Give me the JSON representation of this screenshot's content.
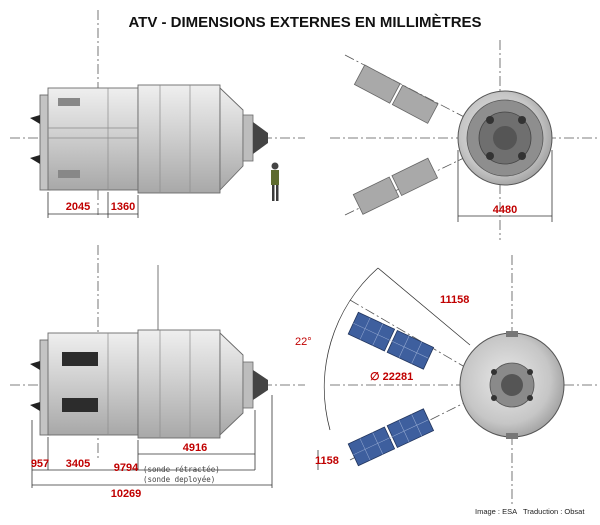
{
  "header": {
    "title": "ATV  -  DIMENSIONS EXTERNES EN MILLIMÈTRES"
  },
  "dimensions": {
    "top_left_a": "2045",
    "top_left_b": "1360",
    "top_right_diameter": "4480",
    "bottom_span": "11158",
    "bottom_angle": "22°",
    "bottom_diameter": "∅ 22281",
    "bottom_left_a": "957",
    "bottom_left_b": "3405",
    "bottom_left_c": "4916",
    "bottom_left_retracted": "9794",
    "bottom_left_deployed": "10269",
    "bottom_right_panel": "1158"
  },
  "notes": {
    "retracted": "(sonde rétractée)",
    "deployed": "(sonde deployée)"
  },
  "credits": {
    "image": "Image : ESA",
    "translation": "Traduction : Obsat"
  },
  "colors": {
    "dimension_text": "#c00000",
    "hull": "#d4d4d4",
    "solar_blue": "#3e5f9e",
    "solar_grey": "#a9a9a9"
  }
}
